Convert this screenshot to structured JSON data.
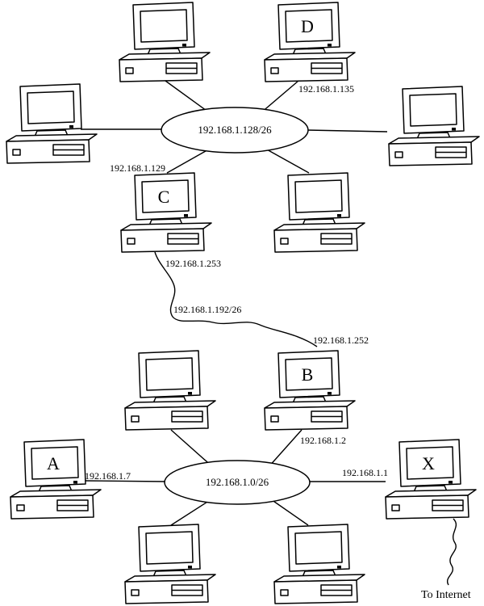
{
  "networks": {
    "top": {
      "label": "192.168.1.128/26"
    },
    "link": {
      "label": "192.168.1.192/26"
    },
    "bottom": {
      "label": "192.168.1.0/26"
    }
  },
  "hosts": {
    "a": {
      "label": "A",
      "ip": "192.168.1.7"
    },
    "b": {
      "label": "B",
      "ip_lan": "192.168.1.2",
      "ip_link": "192.168.1.252"
    },
    "c": {
      "label": "C",
      "ip_lan": "192.168.1.129",
      "ip_link": "192.168.1.253"
    },
    "d": {
      "label": "D",
      "ip": "192.168.1.135"
    },
    "x": {
      "label": "X",
      "ip": "192.168.1.1"
    }
  },
  "annotations": {
    "internet": "To Internet"
  },
  "colors": {
    "line": "#000000",
    "background": "#ffffff"
  }
}
